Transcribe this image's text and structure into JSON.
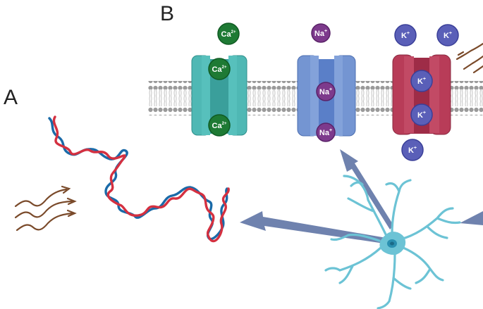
{
  "panels": {
    "a": "A",
    "b": "B"
  },
  "ions": {
    "calcium": {
      "base": "Ca",
      "charge": "2+"
    },
    "sodium": {
      "base": "Na",
      "charge": "+"
    },
    "potassium": {
      "base": "K",
      "charge": "+"
    }
  },
  "colors": {
    "calcium_ion": "#1e7a34",
    "sodium_ion": "#7d3a8c",
    "potassium_ion": "#5a5fb8",
    "calcium_channel": "#4fb8b4",
    "sodium_channel": "#6f8fcf",
    "potassium_channel": "#b03a55",
    "neuron": "#6cc3d5",
    "dna_strand_1": "#1a6aa8",
    "dna_strand_2": "#d43040",
    "wave": "#7a4a2a",
    "arrow": "#6f82ae"
  },
  "icons": [
    "calcium-channel-icon",
    "sodium-channel-icon",
    "potassium-channel-icon",
    "dna-helix-icon",
    "neuron-icon",
    "heat-wave-icon"
  ]
}
